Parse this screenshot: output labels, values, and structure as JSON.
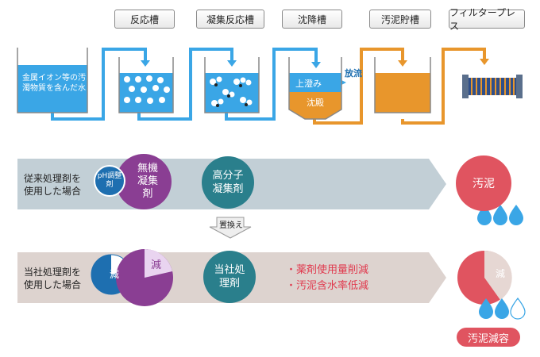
{
  "stages": [
    {
      "label": "反応槽"
    },
    {
      "label": "凝集反応槽"
    },
    {
      "label": "沈降槽"
    },
    {
      "label": "汚泥貯槽"
    },
    {
      "label": "フィルタープレス"
    }
  ],
  "process": {
    "input_label": "金属イオン等の汚濁物質を含んだ水",
    "supernatant_label": "上澄み",
    "sediment_label": "沈殿",
    "discharge_label": "放流"
  },
  "row1": {
    "label": "従来処理剤を使用した場合",
    "ph_label": "pH調整剤",
    "inorganic_label": "無機凝集剤",
    "polymer_label": "高分子凝集剤",
    "result_label": "汚泥"
  },
  "replace_label": "置換え",
  "row2": {
    "label": "当社処理剤を使用した場合",
    "reduce_small": "減",
    "reduce_large": "減",
    "company_label": "当社処理剤",
    "benefits": [
      "・薬剤使用量削減",
      "・汚泥含水率低減"
    ],
    "result_reduce": "減",
    "badge": "汚泥減容"
  },
  "colors": {
    "water": "#3aa6e6",
    "sludge": "#e8962c",
    "ph": "#1e6fb0",
    "inorganic": "#8a3e93",
    "polymer": "#2a7f8c",
    "sludge_circle": "#e05460",
    "band1": "#c2cfd6",
    "band2": "#ddd3cf"
  }
}
